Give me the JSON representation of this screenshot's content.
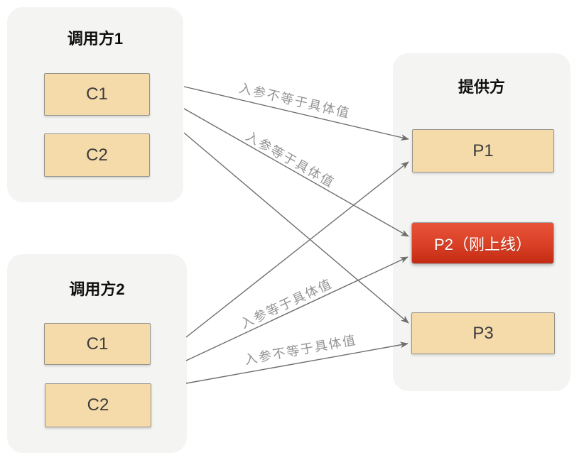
{
  "colors": {
    "page_bg": "#ffffff",
    "container_bg": "#f4f4f2",
    "node_fill": "#f5dbaa",
    "node_border": "#96938c",
    "node_text": "#3b3b3b",
    "title_text": "#0f0f0f",
    "highlight_top": "#e85338",
    "highlight_bottom": "#c32b12",
    "highlight_text": "#ffffff",
    "arrow": "#6e6e6e",
    "edge_label": "#949494"
  },
  "groups": {
    "caller1": {
      "title": "调用方1",
      "nodes": [
        {
          "label": "C1"
        },
        {
          "label": "C2"
        }
      ]
    },
    "caller2": {
      "title": "调用方2",
      "nodes": [
        {
          "label": "C1"
        },
        {
          "label": "C2"
        }
      ]
    },
    "provider": {
      "title": "提供方",
      "nodes": [
        {
          "label": "P1"
        },
        {
          "label": "P2（刚上线）"
        },
        {
          "label": "P3"
        }
      ]
    }
  },
  "edges": [
    {
      "from": "调用方1 C1",
      "to": "P1",
      "label": "入参不等于具体值"
    },
    {
      "from": "调用方1 C1",
      "to": "P2",
      "label": "入参等于具体值"
    },
    {
      "from": "调用方1 C2",
      "to": "P3",
      "label": ""
    },
    {
      "from": "调用方2 C1",
      "to": "P1",
      "label": ""
    },
    {
      "from": "调用方2 C1",
      "to": "P2",
      "label": "入参等于具体值"
    },
    {
      "from": "调用方2 C2",
      "to": "P3",
      "label": "入参不等于具体值"
    }
  ]
}
